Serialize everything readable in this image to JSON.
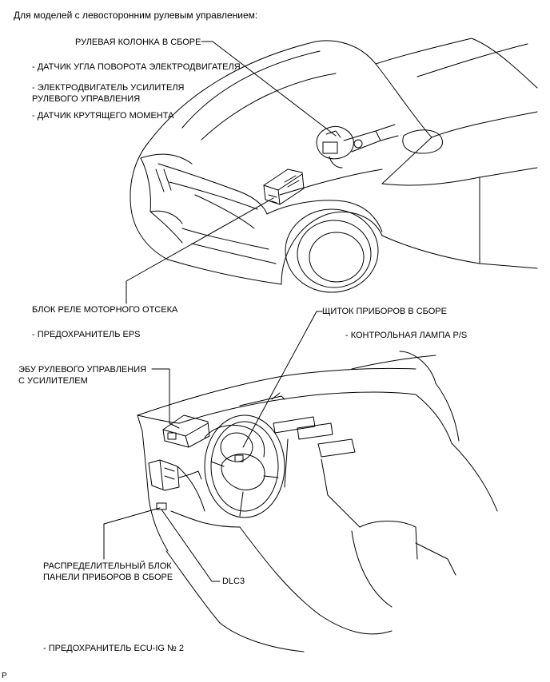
{
  "header": {
    "title": "Для моделей с левосторонним рулевым управлением:"
  },
  "top_view": {
    "steering_column": "РУЛЕВАЯ КОЛОНКА В СБОРЕ",
    "sub_items": [
      "- ДАТЧИК УГЛА ПОВОРОТА ЭЛЕКТРОДВИГАТЕЛЯ",
      "- ЭЛЕКТРОДВИГАТЕЛЬ УСИЛИТЕЛЯ",
      "РУЛЕВОГО УПРАВЛЕНИЯ",
      "- ДАТЧИК КРУТЯЩЕГО МОМЕНТА"
    ],
    "engine_relay_block": "БЛОК РЕЛЕ МОТОРНОГО ОТСЕКА",
    "engine_relay_sub": "- ПРЕДОХРАНИТЕЛЬ EPS"
  },
  "bottom_view": {
    "combination_meter": "ЩИТОК ПРИБОРОВ В СБОРЕ",
    "combination_meter_sub": "- КОНТРОЛЬНАЯ ЛАМПА P/S",
    "ecu_line1": "ЭБУ РУЛЕВОГО УПРАВЛЕНИЯ",
    "ecu_line2": "С УСИЛИТЕЛЕМ",
    "junction_line1": "РАСПРЕДЕЛИТЕЛЬНЫЙ БЛОК",
    "junction_line2": "ПАНЕЛИ ПРИБОРОВ В СБОРЕ",
    "dlc3": "DLC3",
    "junction_sub": "- ПРЕДОХРАНИТЕЛЬ ECU-IG № 2"
  },
  "footer": {
    "code": "P"
  }
}
